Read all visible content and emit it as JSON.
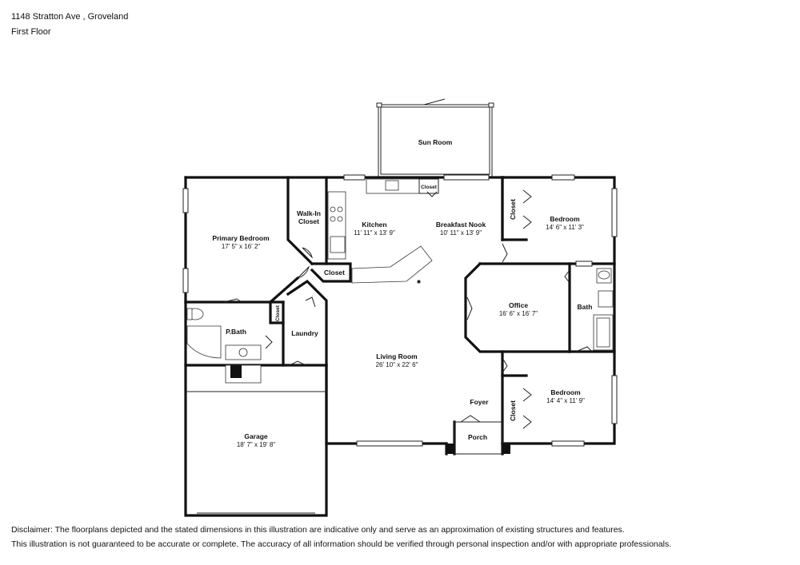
{
  "header": {
    "address": "1148 Stratton Ave , Groveland",
    "floor": "First Floor"
  },
  "rooms": {
    "sun_room": {
      "name": "Sun Room"
    },
    "primary_bedroom": {
      "name": "Primary Bedroom",
      "dims": "17' 5\" x 16' 2\""
    },
    "walk_in_closet": {
      "name_line1": "Walk-In",
      "name_line2": "Closet"
    },
    "kitchen": {
      "name": "Kitchen",
      "dims": "11' 11\" x 13' 9\""
    },
    "breakfast_nook": {
      "name": "Breakfast Nook",
      "dims": "10' 11\" x 13' 9\""
    },
    "pantry_closet": {
      "name": "Closet"
    },
    "hall_closet": {
      "name": "Closet"
    },
    "bedroom1_closet": {
      "name": "Closet"
    },
    "bedroom1": {
      "name": "Bedroom",
      "dims": "14' 6\" x 11' 3\""
    },
    "pbath": {
      "name": "P.Bath"
    },
    "pbath_closet": {
      "name": "Closet"
    },
    "laundry": {
      "name": "Laundry"
    },
    "office": {
      "name": "Office",
      "dims": "16' 6\" x 16' 7\""
    },
    "bath": {
      "name": "Bath"
    },
    "living_room": {
      "name": "Living Room",
      "dims": "26' 10\" x 22' 6\""
    },
    "foyer": {
      "name": "Foyer"
    },
    "porch": {
      "name": "Porch"
    },
    "bedroom2_closet": {
      "name": "Closet"
    },
    "bedroom2": {
      "name": "Bedroom",
      "dims": "14' 4\" x 11' 9\""
    },
    "garage": {
      "name": "Garage",
      "dims": "18' 7\" x 19' 8\""
    }
  },
  "disclaimer": {
    "line1": "Disclaimer: The floorplans depicted and the stated dimensions in this illustration are indicative only and serve as an approximation of existing structures and features.",
    "line2": "This illustration is not guaranteed to be accurate or complete. The accuracy of all information should be verified through personal inspection and/or with appropriate professionals."
  }
}
